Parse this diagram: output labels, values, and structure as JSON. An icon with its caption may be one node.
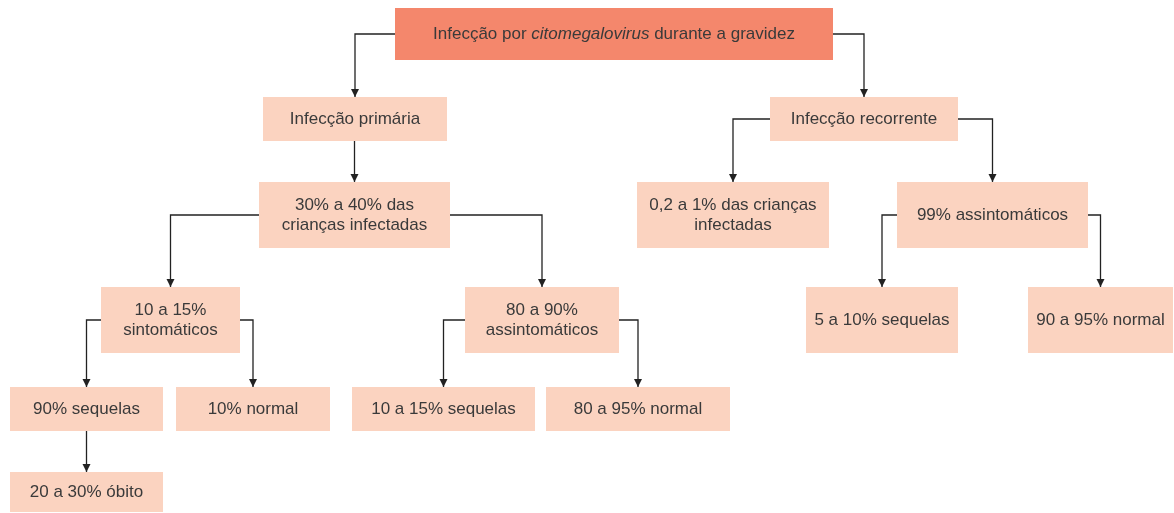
{
  "diagram": {
    "nodes": [
      {
        "text": [
          "Infecção por *citomegalovirus* durante a gravidez"
        ]
      },
      {
        "text": [
          "Infecção primária"
        ]
      },
      {
        "text": [
          "Infecção recorrente"
        ]
      },
      {
        "text": [
          "30% a 40% das crianças infectadas"
        ]
      },
      {
        "text": [
          "0,2 a 1% das crianças infectadas"
        ]
      },
      {
        "text": [
          "99% assintomáticos"
        ]
      },
      {
        "text": [
          "10 a 15% sintomáticos"
        ]
      },
      {
        "text": [
          "80 a 90% assintomáticos"
        ]
      },
      {
        "text": [
          "5 a 10% sequelas"
        ]
      },
      {
        "text": [
          "90 a 95% normal"
        ]
      },
      {
        "text": [
          "90% sequelas"
        ]
      },
      {
        "text": [
          "10% normal"
        ]
      },
      {
        "text": [
          "10 a 15% sequelas"
        ]
      },
      {
        "text": [
          "80 a 95% normal"
        ]
      },
      {
        "text": [
          "20 a 30% óbito"
        ]
      }
    ],
    "edges": [
      {
        "from": 0,
        "to": 1,
        "arrow": "to"
      },
      {
        "from": 0,
        "to": 2,
        "arrow": "to"
      },
      {
        "from": 1,
        "to": 3,
        "arrow": "to"
      },
      {
        "from": 2,
        "to": 4,
        "arrow": "to"
      },
      {
        "from": 2,
        "to": 5,
        "arrow": "to"
      },
      {
        "from": 3,
        "to": 6,
        "arrow": "to"
      },
      {
        "from": 3,
        "to": 7,
        "arrow": "to"
      },
      {
        "from": 5,
        "to": 8,
        "arrow": "to"
      },
      {
        "from": 5,
        "to": 9,
        "arrow": "to"
      },
      {
        "from": 6,
        "to": 10,
        "arrow": "to"
      },
      {
        "from": 6,
        "to": 11,
        "arrow": "to"
      },
      {
        "from": 7,
        "to": 12,
        "arrow": "to"
      },
      {
        "from": 7,
        "to": 13,
        "arrow": "to"
      },
      {
        "from": 10,
        "to": 14,
        "arrow": "to"
      }
    ]
  }
}
